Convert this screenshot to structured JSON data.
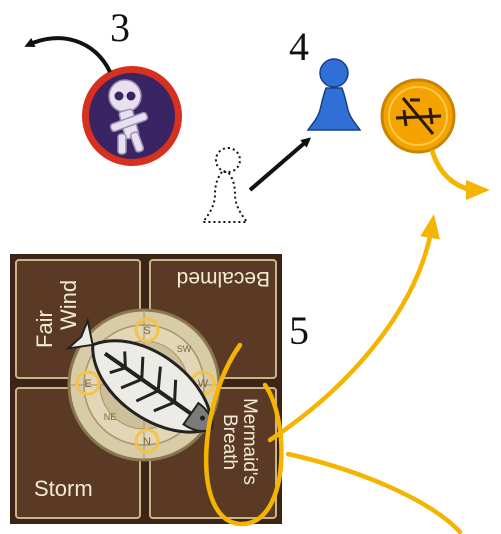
{
  "steps": {
    "step3": "3",
    "step4": "4",
    "step5": "5"
  },
  "board": {
    "top_left": "Fair Wind",
    "top_left_line1": "Fair",
    "top_left_line2": "Wind",
    "top_right": "Becalmed",
    "bottom_left": "Storm",
    "bottom_right_line1": "Mermaid's",
    "bottom_right_line2": "Breath",
    "compass": {
      "south": "S",
      "west": "W",
      "north": "N",
      "east": "E",
      "southwest": "SW",
      "northeast": "NE"
    }
  },
  "colors": {
    "token_red_ring": "#d6301f",
    "token_purple": "#3a2463",
    "pawn_blue": "#2f6fd6",
    "orange_token": "#f4a300",
    "arrow_yellow": "#f5b400",
    "board_brown": "#4a2f1f",
    "board_panel": "#5a3a25",
    "board_border": "#c9b48a"
  },
  "icons": {
    "skull_token": "skull-skeleton-icon",
    "pawn": "pawn-icon",
    "anchor_token": "anchor-icon",
    "fish": "fishbone-icon"
  }
}
